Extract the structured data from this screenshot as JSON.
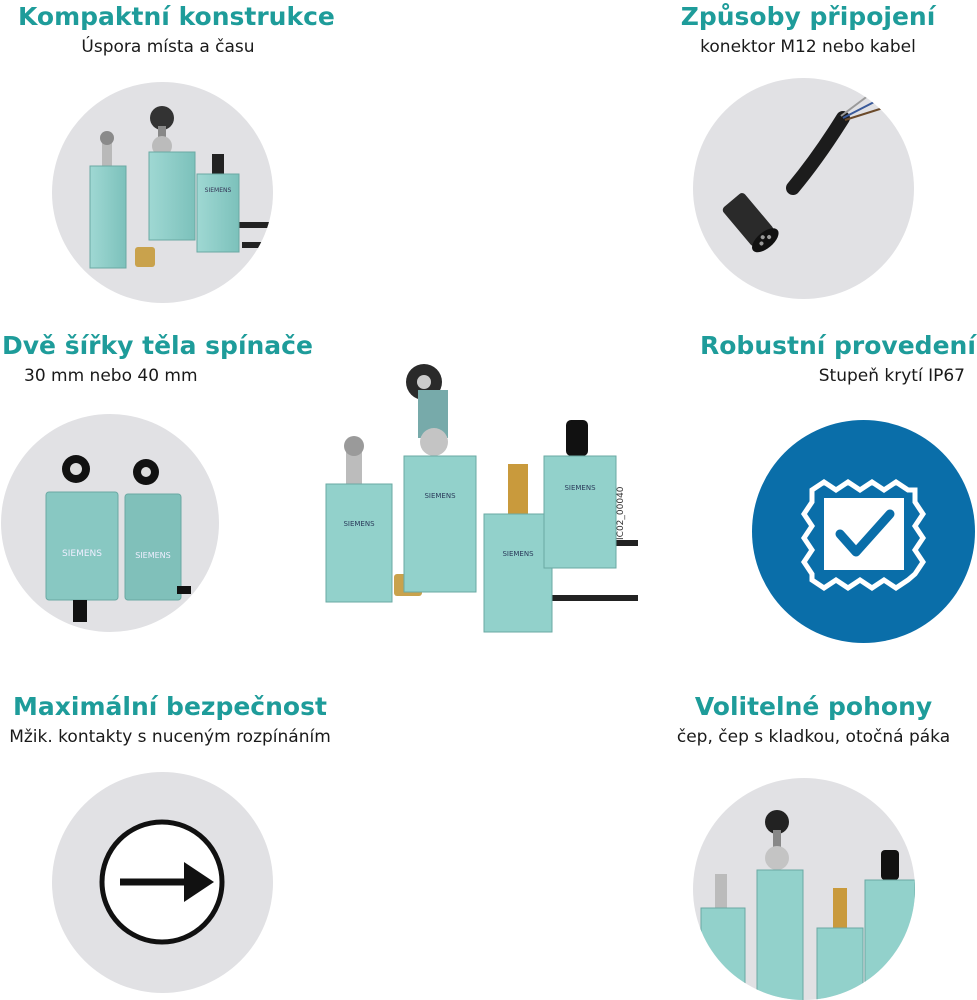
{
  "features": [
    {
      "title": "Kompaktní konstrukce",
      "subtitle": "Úspora místa a času"
    },
    {
      "title": "Způsoby připojení",
      "subtitle": "konektor M12 nebo kabel"
    },
    {
      "title": "Dvě šířky těla spínače",
      "subtitle": "30 mm nebo 40 mm"
    },
    {
      "title": "Robustní provedení",
      "subtitle": "Stupeň krytí IP67"
    },
    {
      "title": "Maximální bezpečnost",
      "subtitle": "Mžik. kontakty s nuceným rozpínáním"
    },
    {
      "title": "Volitelné pohony",
      "subtitle": "čep, čep s kladkou, otočná páka"
    }
  ],
  "brand": "SIEMENS",
  "image_code": "IC02_00040",
  "colors": {
    "title": "#1e9c9a",
    "circle_grey": "#e1e1e4",
    "circle_blue": "#0a6ea9",
    "switch_body": "#8fcfca"
  },
  "icons": [
    "switches-compact-photo",
    "m12-cable-connector-photo",
    "switch-widths-photo",
    "ip67-stamp-check-icon",
    "arrow-right-circle-icon",
    "actuators-photo"
  ]
}
